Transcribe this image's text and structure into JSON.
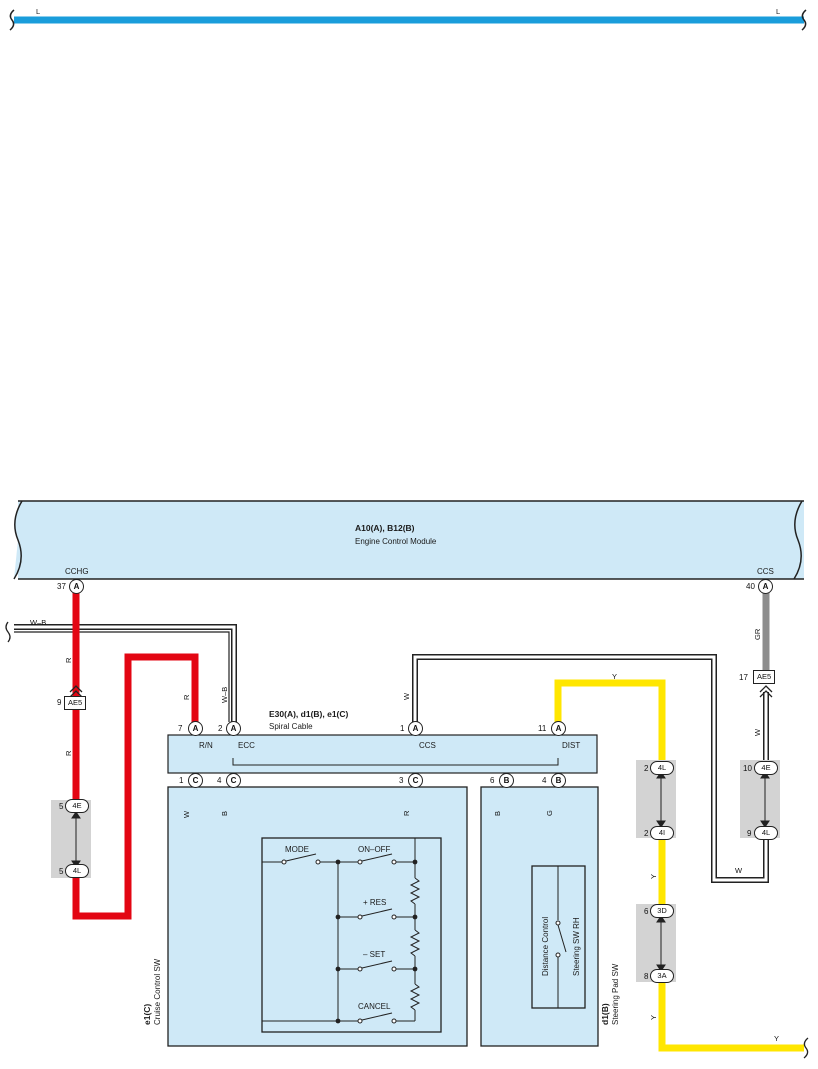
{
  "top_bus": {
    "left_label": "L",
    "right_label": "L",
    "color": "#1a9ddb"
  },
  "ecm": {
    "part_codes": "A10(A), B12(B)",
    "name": "Engine Control Module",
    "pin_cchg": {
      "number": "37",
      "connector": "A",
      "name": "CCHG"
    },
    "pin_ccs": {
      "number": "40",
      "connector": "A",
      "name": "CCS"
    }
  },
  "spiral_cable": {
    "part_codes": "E30(A), d1(B), e1(C)",
    "name": "Spiral Cable",
    "top_pins": [
      {
        "number": "7",
        "connector": "A",
        "name": "R/N"
      },
      {
        "number": "2",
        "connector": "A",
        "name": "ECC"
      },
      {
        "number": "1",
        "connector": "A",
        "name": "CCS"
      },
      {
        "number": "11",
        "connector": "A",
        "name": "DIST"
      }
    ],
    "bottom_pins": [
      {
        "number": "1",
        "connector": "C"
      },
      {
        "number": "4",
        "connector": "C"
      },
      {
        "number": "3",
        "connector": "C"
      },
      {
        "number": "6",
        "connector": "B"
      },
      {
        "number": "4",
        "connector": "B"
      }
    ]
  },
  "cruise_sw": {
    "code": "e1(C)",
    "name": "Cruise Control SW",
    "switches": [
      "MODE",
      "ON–OFF",
      "+ RES",
      "– SET",
      "CANCEL"
    ]
  },
  "steering_pad_sw": {
    "code": "d1(B)",
    "name": "Steering Pad SW",
    "inner_left": "Distance Control",
    "inner_right": "Steering SW RH"
  },
  "wire_colors": {
    "R": "#e30613",
    "B": "#111111",
    "W": "#ffffff",
    "G": "#17a84b",
    "Y": "#ffe600",
    "GR": "#8d8d8d",
    "W-B": "#ffffff"
  },
  "wire_labels": {
    "r": "R",
    "b": "B",
    "w": "W",
    "g": "G",
    "y": "Y",
    "gr": "GR",
    "wb_side": "W–B",
    "wb_vert": "W–B"
  },
  "junctions": {
    "ae5_left": {
      "pin": "9",
      "code": "AE5"
    },
    "ae5_right": {
      "pin": "17",
      "code": "AE5"
    },
    "left_top": {
      "pin": "5",
      "code": "4E"
    },
    "left_bottom": {
      "pin": "5",
      "code": "4L"
    },
    "mid_top": {
      "pin": "2",
      "code": "4L"
    },
    "mid_bottom": {
      "pin": "2",
      "code": "4I"
    },
    "right_top": {
      "pin": "10",
      "code": "4E"
    },
    "right_bottom": {
      "pin": "9",
      "code": "4L"
    },
    "low_top": {
      "pin": "6",
      "code": "3D"
    },
    "low_bottom": {
      "pin": "8",
      "code": "3A"
    }
  }
}
